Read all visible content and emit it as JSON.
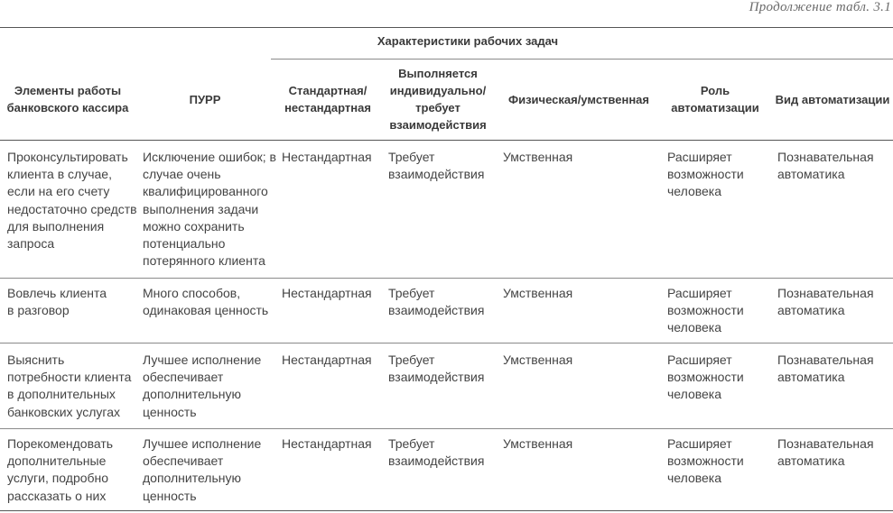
{
  "caption": "Продолжение табл. 3.1",
  "table": {
    "group_header": "Характеристики рабочих задач",
    "columns": [
      "Элементы работы банковского кассира",
      "ПУРР",
      "Стандартная/ нестандартная",
      "Выполняется индивидуально/ требует взаимодействия",
      "Физическая/умственная",
      "Роль автоматизации",
      "Вид автоматизации"
    ],
    "rows": [
      [
        "Проконсультировать клиента в случае, если на его счету недостаточно средств для выполнения запроса",
        "Исключение ошибок; в случае очень квалифицированного выполнения задачи можно сохранить потенциально потерянного клиента",
        "Нестандартная",
        "Требует взаимодействия",
        "Умственная",
        "Расширяет возможности человека",
        "Познавательная автоматика"
      ],
      [
        "Вовлечь клиента в разговор",
        "Много способов, одинаковая ценность",
        "Нестандартная",
        "Требует взаимодействия",
        "Умственная",
        "Расширяет возможности человека",
        "Познавательная автоматика"
      ],
      [
        "Выяснить потребности клиента в дополнительных банковских услугах",
        "Лучшее исполнение обеспечивает дополнительную ценность",
        "Нестандартная",
        "Требует взаимодействия",
        "Умственная",
        "Расширяет возможности человека",
        "Познавательная автоматика"
      ],
      [
        "Порекомендовать дополнительные услуги, подробно рассказать о них",
        "Лучшее исполнение обеспечивает дополнительную ценность",
        "Нестандартная",
        "Требует взаимодействия",
        "Умственная",
        "Расширяет возможности человека",
        "Познавательная автоматика"
      ]
    ]
  }
}
